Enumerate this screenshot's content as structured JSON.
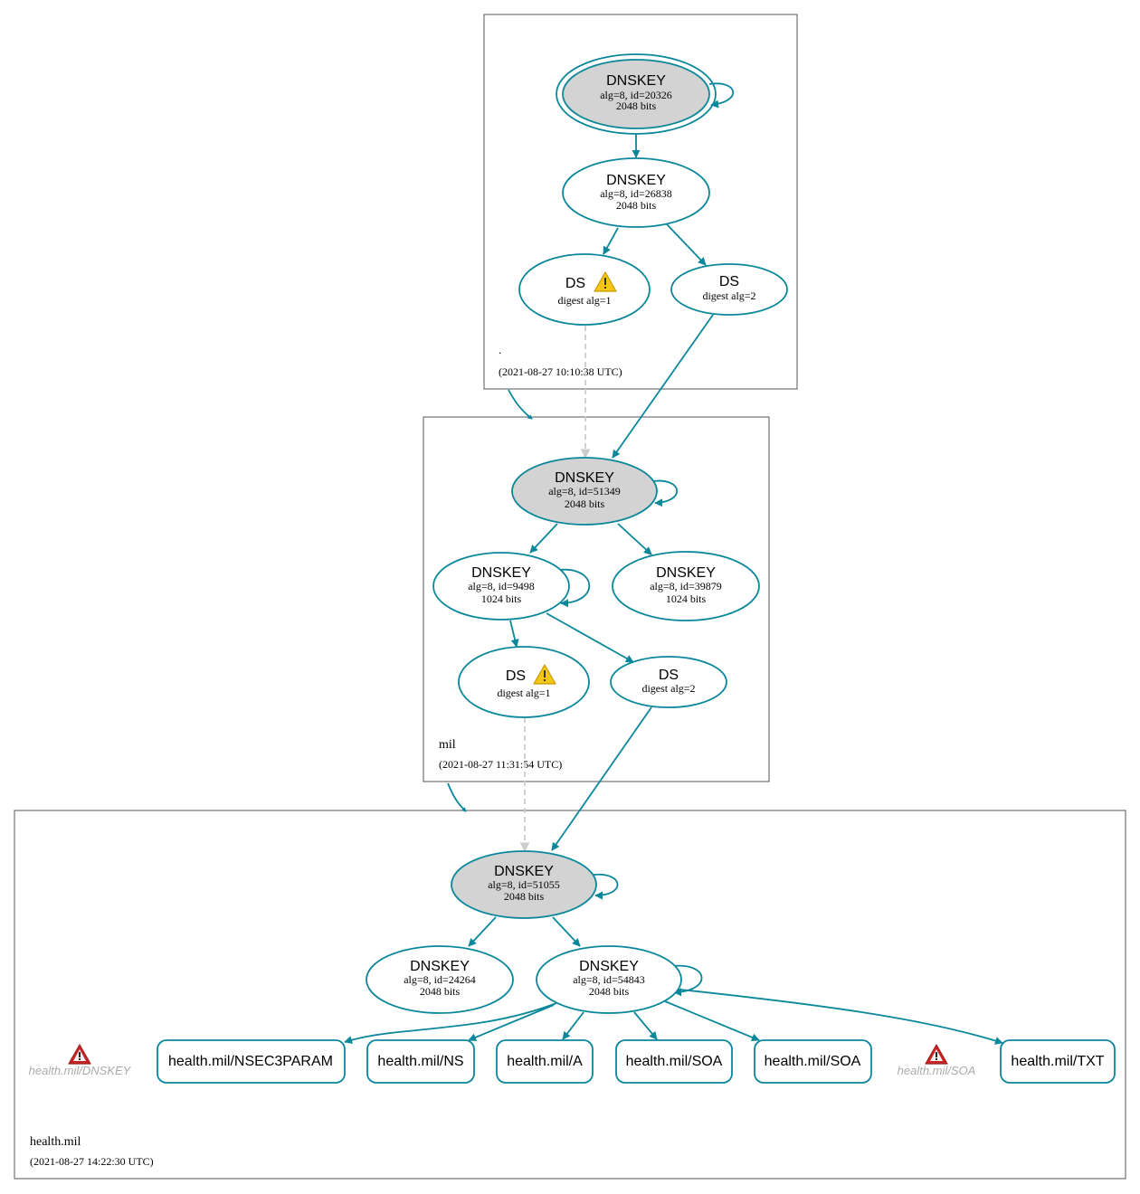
{
  "colors": {
    "edge": "#0a879a",
    "ksk_fill": "#d3d3d3",
    "zsk_fill": "#ffffff",
    "insecure_edge": "#cccccc",
    "warning": "#f5c518",
    "error": "#cc2222",
    "missing_text": "#aaaaaa"
  },
  "zones": {
    "root": {
      "name": ".",
      "timestamp": "(2021-08-27 10:10:38 UTC)"
    },
    "mil": {
      "name": "mil",
      "timestamp": "(2021-08-27 11:31:54 UTC)"
    },
    "health": {
      "name": "health.mil",
      "timestamp": "(2021-08-27 14:22:30 UTC)"
    }
  },
  "nodes": {
    "root_ksk": {
      "title": "DNSKEY",
      "detail": "alg=8, id=20326",
      "bits": "2048 bits"
    },
    "root_zsk": {
      "title": "DNSKEY",
      "detail": "alg=8, id=26838",
      "bits": "2048 bits"
    },
    "root_ds1": {
      "title": "DS",
      "detail": "digest alg=1",
      "icon": "warning-icon"
    },
    "root_ds2": {
      "title": "DS",
      "detail": "digest alg=2"
    },
    "mil_ksk": {
      "title": "DNSKEY",
      "detail": "alg=8, id=51349",
      "bits": "2048 bits"
    },
    "mil_zsk1": {
      "title": "DNSKEY",
      "detail": "alg=8, id=9498",
      "bits": "1024 bits"
    },
    "mil_zsk2": {
      "title": "DNSKEY",
      "detail": "alg=8, id=39879",
      "bits": "1024 bits"
    },
    "mil_ds1": {
      "title": "DS",
      "detail": "digest alg=1",
      "icon": "warning-icon"
    },
    "mil_ds2": {
      "title": "DS",
      "detail": "digest alg=2"
    },
    "health_ksk": {
      "title": "DNSKEY",
      "detail": "alg=8, id=51055",
      "bits": "2048 bits"
    },
    "health_zsk1": {
      "title": "DNSKEY",
      "detail": "alg=8, id=24264",
      "bits": "2048 bits"
    },
    "health_zsk2": {
      "title": "DNSKEY",
      "detail": "alg=8, id=54843",
      "bits": "2048 bits"
    }
  },
  "rrsets": {
    "nsec3param": "health.mil/NSEC3PARAM",
    "ns": "health.mil/NS",
    "a": "health.mil/A",
    "soa1": "health.mil/SOA",
    "soa2": "health.mil/SOA",
    "txt": "health.mil/TXT"
  },
  "missing": {
    "dnskey": {
      "label": "health.mil/DNSKEY",
      "icon": "error-icon"
    },
    "soa": {
      "label": "health.mil/SOA",
      "icon": "error-icon"
    }
  }
}
